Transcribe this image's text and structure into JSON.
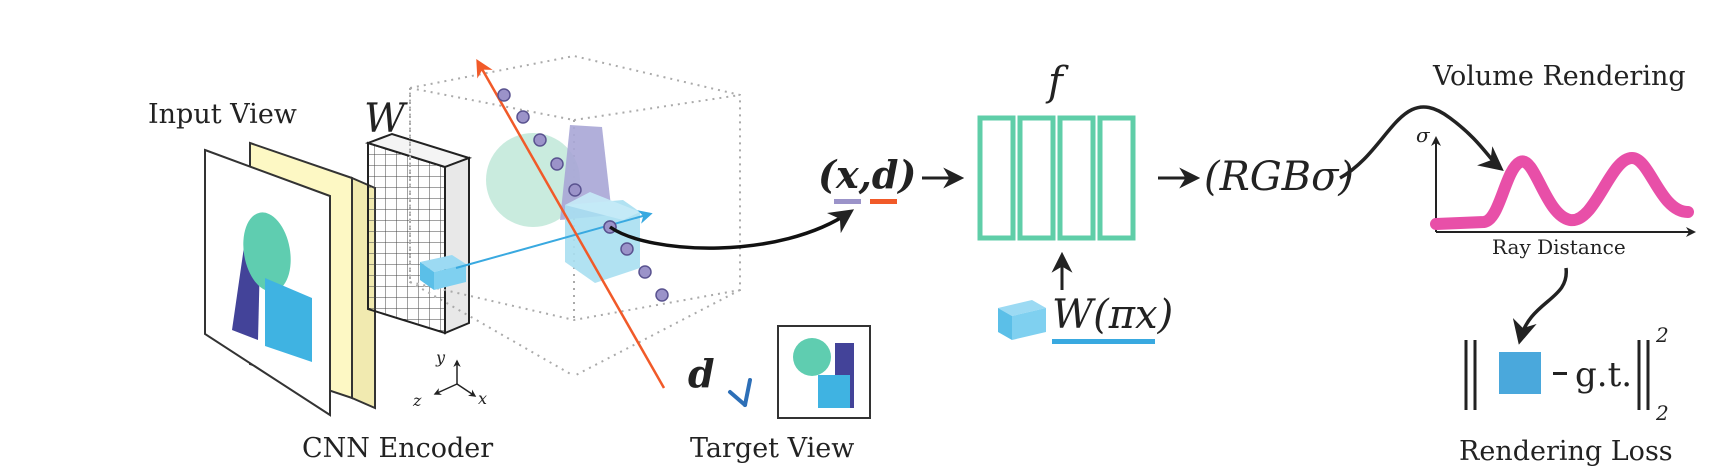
{
  "labels": {
    "input_view": "Input View",
    "cnn_encoder": "CNN Encoder",
    "feature_volume": "W",
    "target_view": "Target View",
    "view_dir": "d",
    "mlp": "f",
    "feature_query": "W(πx)",
    "input_tuple": "(x,d)",
    "output_tuple": "(RGBσ)",
    "volume_rendering": "Volume Rendering",
    "sigma_axis": "σ",
    "ray_distance": "Ray Distance",
    "rendering_loss": "Rendering Loss",
    "gt": "g.t.",
    "norm_sup": "2",
    "norm_sub": "2",
    "axis_x": "x",
    "axis_y": "y",
    "axis_z": "z"
  },
  "colors": {
    "ray": "#f15a29",
    "sample_point": "#9b93c9",
    "mlp": "#5fcea8",
    "cube": "#5bbfe8",
    "feature_underline": "#39a9e0",
    "density_curve": "#e84fa8",
    "view_plane": "#fdf8c4",
    "dark_shape": "#434399",
    "mint_shape": "#5fcdb0",
    "loss_square": "#4aa8dc"
  }
}
